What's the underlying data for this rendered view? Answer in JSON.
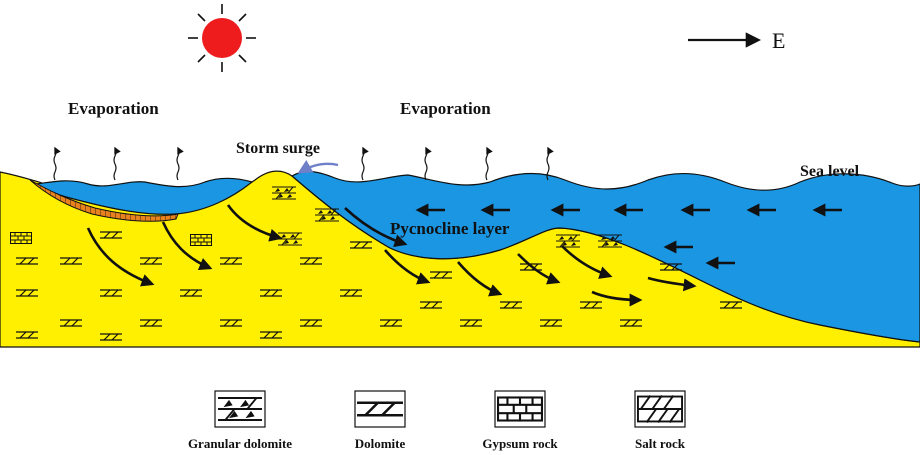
{
  "labels": {
    "evaporation_left": "Evaporation",
    "evaporation_right": "Evaporation",
    "storm_surge": "Storm surge",
    "sea_level": "Sea level",
    "pycnocline": "Pycnocline layer",
    "direction": "E"
  },
  "legend": [
    {
      "label": "Granular dolomite",
      "pattern": "granular-dolomite"
    },
    {
      "label": "Dolomite",
      "pattern": "dolomite"
    },
    {
      "label": "Gypsum rock",
      "pattern": "gypsum"
    },
    {
      "label": "Salt rock",
      "pattern": "salt"
    }
  ],
  "colors": {
    "sediment": "#ffef00",
    "water": "#1a96e3",
    "sun": "#ee1c1c",
    "evaporite_crust": "#e8821e",
    "storm_arrow": "#6f7fc8",
    "outline": "#111111"
  }
}
